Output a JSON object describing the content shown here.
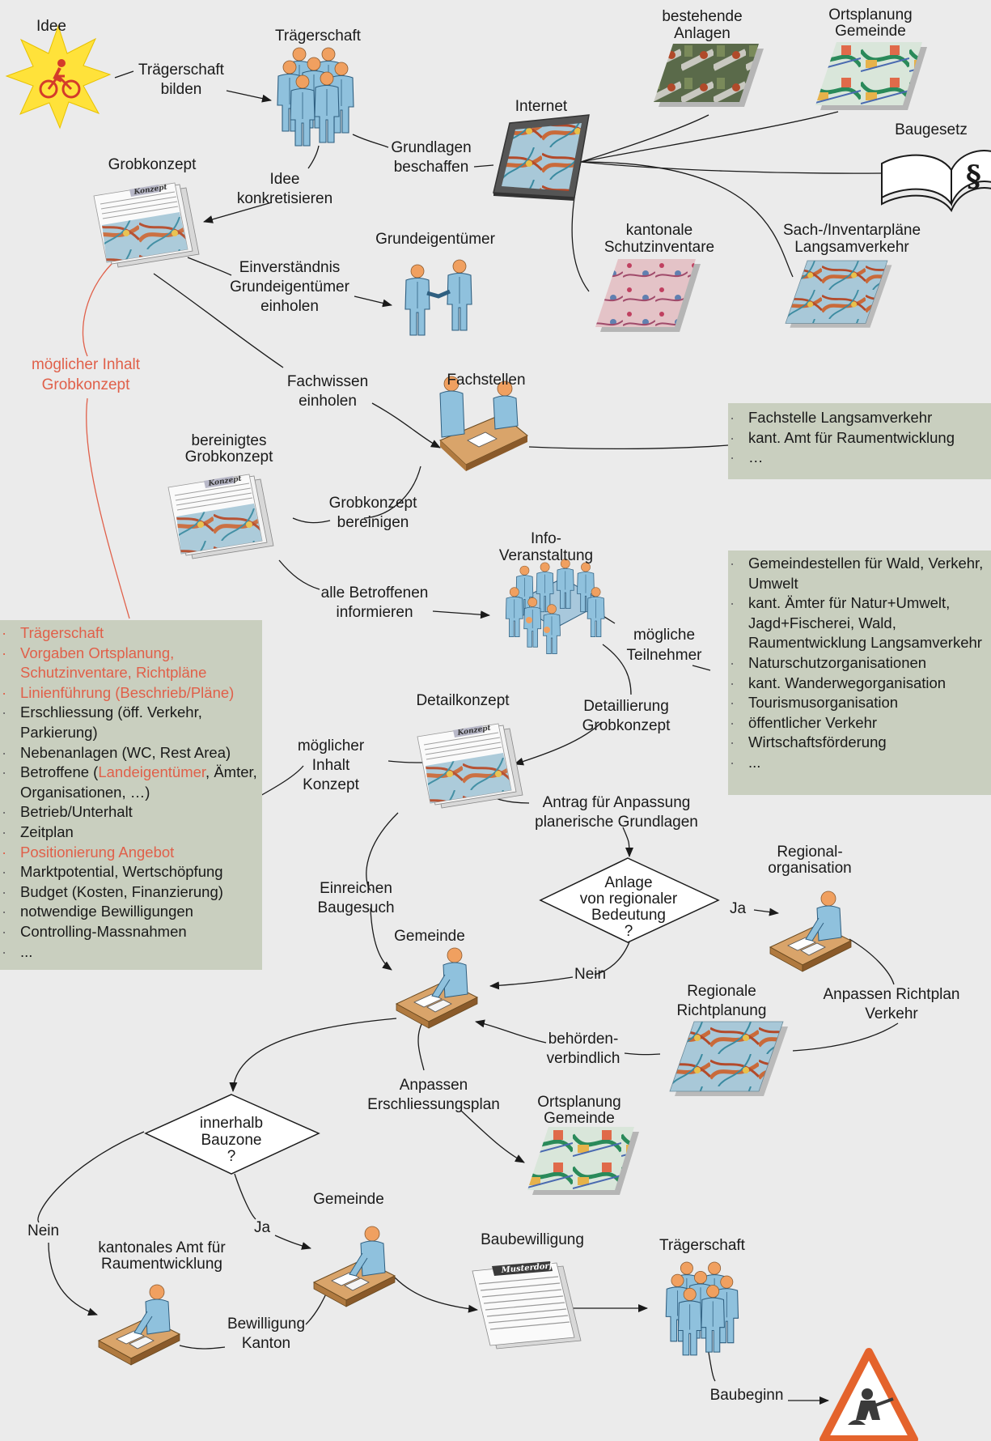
{
  "labels": {
    "idee": "Idee",
    "traegerschaft_bilden_1": "Trägerschaft",
    "traegerschaft_bilden_2": "bilden",
    "traegerschaft_top": "Trägerschaft",
    "grundlagen_1": "Grundlagen",
    "grundlagen_2": "beschaffen",
    "internet": "Internet",
    "bestehende_1": "bestehende",
    "bestehende_2": "Anlagen",
    "ortsplanung_top_1": "Ortsplanung",
    "ortsplanung_top_2": "Gemeinde",
    "baugesetz": "Baugesetz",
    "kant_schutz_1": "kantonale",
    "kant_schutz_2": "Schutzinventare",
    "sach_1": "Sach-/Inventarpläne",
    "sach_2": "Langsamverkehr",
    "grobkonzept": "Grobkonzept",
    "idee_konkret_1": "Idee",
    "idee_konkret_2": "konkretisieren",
    "grundeigentuemer": "Grundeigentümer",
    "einverstaendnis_1": "Einverständnis",
    "einverstaendnis_2": "Grundeigentümer",
    "einverstaendnis_3": "einholen",
    "moeglicher_inhalt_1": "möglicher Inhalt",
    "moeglicher_inhalt_2": "Grobkonzept",
    "fachwissen_1": "Fachwissen",
    "fachwissen_2": "einholen",
    "fachstellen": "Fachstellen",
    "bereinigtes_1": "bereinigtes",
    "bereinigtes_2": "Grobkonzept",
    "grob_bereinigen_1": "Grobkonzept",
    "grob_bereinigen_2": "bereinigen",
    "info_1": "Info-",
    "info_2": "Veranstaltung",
    "alle_1": "alle Betroffenen",
    "alle_2": "informieren",
    "teilnehmer_1": "mögliche",
    "teilnehmer_2": "Teilnehmer",
    "detailkonzept": "Detailkonzept",
    "detaillierung_1": "Detaillierung",
    "detaillierung_2": "Grobkonzept",
    "moeglicher_konzept_1": "möglicher",
    "moeglicher_konzept_2": "Inhalt",
    "moeglicher_konzept_3": "Konzept",
    "antrag_1": "Antrag für Anpassung",
    "antrag_2": "planerische Grundlagen",
    "anlage_1": "Anlage",
    "anlage_2": "von regionaler",
    "anlage_3": "Bedeutung",
    "anlage_4": "?",
    "ja_1": "Ja",
    "nein_1": "Nein",
    "regional_org_1": "Regional-",
    "regional_org_2": "organisation",
    "einreichen_1": "Einreichen",
    "einreichen_2": "Baugesuch",
    "gemeinde_1": "Gemeinde",
    "regionale_rp_1": "Regionale",
    "regionale_rp_2": "Richtplanung",
    "anpassen_rp_1": "Anpassen Richtplan",
    "anpassen_rp_2": "Verkehr",
    "behoerden_1": "behörden-",
    "behoerden_2": "verbindlich",
    "anpassen_ersch_1": "Anpassen",
    "anpassen_ersch_2": "Erschliessungsplan",
    "ortsplanung_bot_1": "Ortsplanung",
    "ortsplanung_bot_2": "Gemeinde",
    "bauzone_1": "innerhalb",
    "bauzone_2": "Bauzone",
    "bauzone_3": "?",
    "nein_2": "Nein",
    "ja_2": "Ja",
    "gemeinde_2": "Gemeinde",
    "kant_amt_1": "kantonales Amt für",
    "kant_amt_2": "Raumentwicklung",
    "bewilligung_1": "Bewilligung",
    "bewilligung_2": "Kanton",
    "baubewilligung": "Baubewilligung",
    "traegerschaft_bottom": "Trägerschaft",
    "baubeginn": "Baubeginn",
    "doc_konzept": "Konzept",
    "doc_musterdorf": "Musterdorf"
  },
  "fachstellen_box": [
    "Fachstelle Langsamverkehr",
    "kant. Amt für Raumentwicklung",
    "…"
  ],
  "teilnehmer_box": [
    "Gemeindestellen für Wald, Verkehr, Umwelt",
    "kant. Ämter für Natur+Umwelt, Jagd+Fischerei, Wald, Raumentwicklung Langsamverkehr",
    "Naturschutzorganisationen",
    "kant. Wanderwegorganisation",
    "Tourismusorganisation",
    "öffentlicher Verkehr",
    "Wirtschaftsförderung",
    "..."
  ],
  "inhalt_box": {
    "traegerschaft": "Trägerschaft",
    "vorgaben": "Vorgaben Ortsplanung, Schutzinventare, Richtpläne",
    "linien": "Linienführung (Beschrieb/Pläne)",
    "erschliessung": "Erschliessung (öff. Verkehr, Parkierung)",
    "neben": "Nebenanlagen (WC, Rest Area)",
    "betroffene_pre": "Betroffene (",
    "betroffene_red": "Landeigentümer",
    "betroffene_post": ", Ämter, Organisationen, …)",
    "betrieb": "Betrieb/Unterhalt",
    "zeitplan": "Zeitplan",
    "positionierung": "Positionierung Angebot",
    "markt": "Marktpotential, Wertschöpfung",
    "budget": "Budget (Kosten, Finanzierung)",
    "bewilligungen": "notwendige Bewilligungen",
    "controlling": "Controlling-Massnahmen",
    "dots": "..."
  },
  "colors": {
    "background": "#ebebeb",
    "box_fill": "#c9cfbf",
    "red_text": "#e0604a",
    "person": "#8fc1dd",
    "skin": "#f0a060",
    "desk": "#d9a46a",
    "warning_sign": "#e4632c"
  },
  "icons": {
    "idee": "cyclist-starburst-icon",
    "groups": "person-group-icon",
    "internet": "monitor-map-icon",
    "baugesetz": "law-book-icon",
    "maps": "map-tile-icon",
    "documents": "document-stack-icon",
    "handshake": "handshake-icon",
    "meeting": "meeting-table-icon",
    "office": "desk-worker-icon",
    "decision": "decision-diamond-icon",
    "construction": "roadworks-sign-icon"
  }
}
